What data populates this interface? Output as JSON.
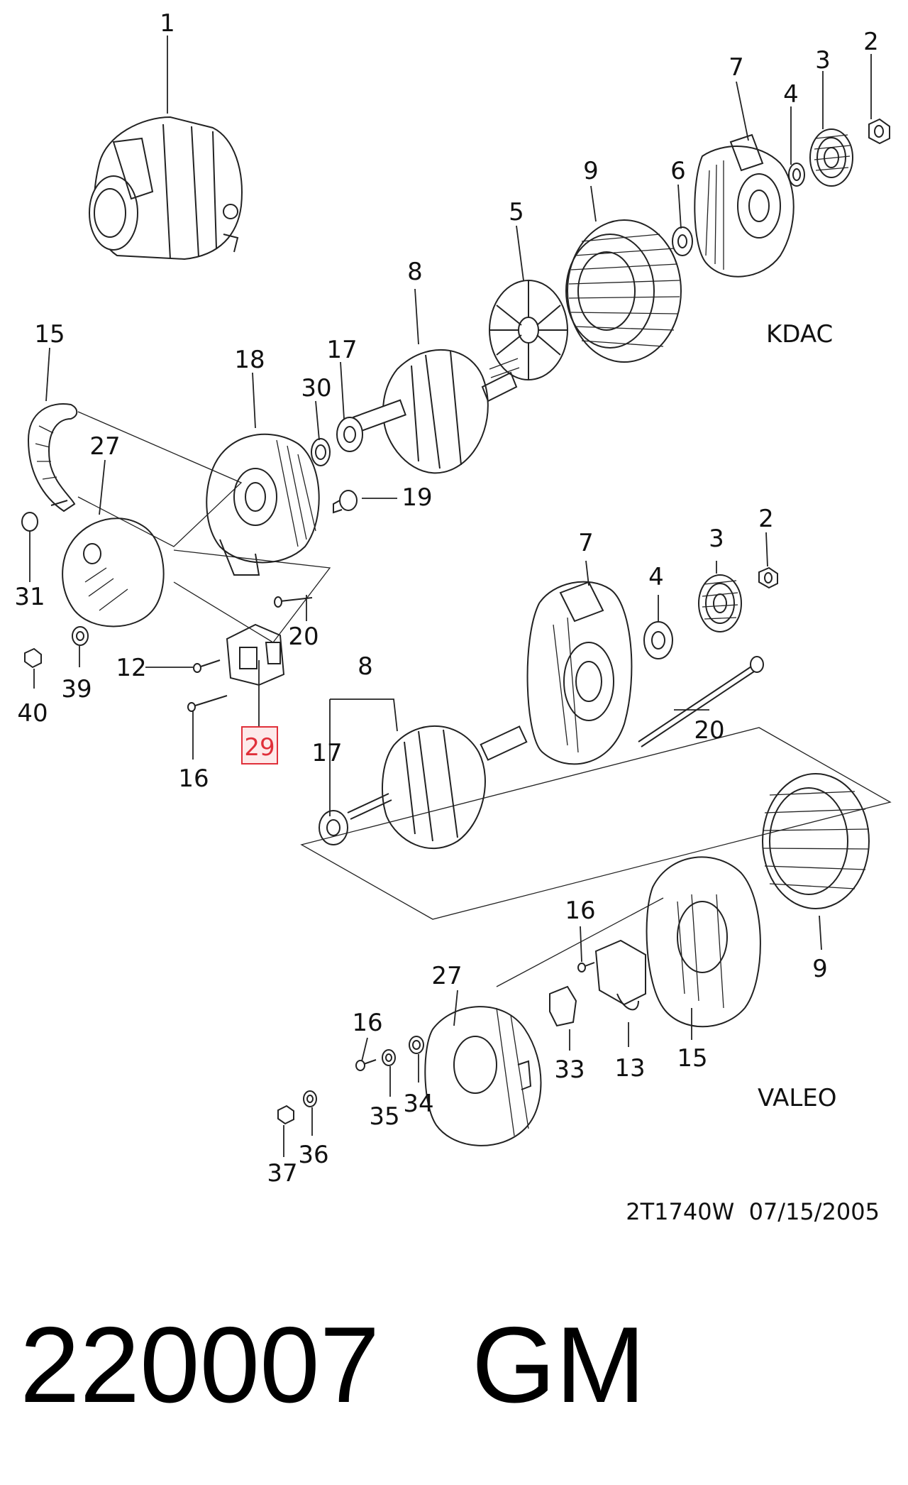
{
  "callouts": [
    {
      "id": "c1",
      "text": "1"
    },
    {
      "id": "c2a",
      "text": "2"
    },
    {
      "id": "c3a",
      "text": "3"
    },
    {
      "id": "c4a",
      "text": "4"
    },
    {
      "id": "c7a",
      "text": "7"
    },
    {
      "id": "c6",
      "text": "6"
    },
    {
      "id": "c9a",
      "text": "9"
    },
    {
      "id": "c5",
      "text": "5"
    },
    {
      "id": "c8a",
      "text": "8"
    },
    {
      "id": "c15a",
      "text": "15"
    },
    {
      "id": "c18",
      "text": "18"
    },
    {
      "id": "c17a",
      "text": "17"
    },
    {
      "id": "c30",
      "text": "30"
    },
    {
      "id": "c27a",
      "text": "27"
    },
    {
      "id": "c19",
      "text": "19"
    },
    {
      "id": "c31",
      "text": "31"
    },
    {
      "id": "c20a",
      "text": "20"
    },
    {
      "id": "c12",
      "text": "12"
    },
    {
      "id": "c39",
      "text": "39"
    },
    {
      "id": "c40",
      "text": "40"
    },
    {
      "id": "c16a",
      "text": "16"
    },
    {
      "id": "c29",
      "text": "29"
    },
    {
      "id": "c7b",
      "text": "7"
    },
    {
      "id": "c3b",
      "text": "3"
    },
    {
      "id": "c2b",
      "text": "2"
    },
    {
      "id": "c4b",
      "text": "4"
    },
    {
      "id": "c8b",
      "text": "8"
    },
    {
      "id": "c17b",
      "text": "17"
    },
    {
      "id": "c20b",
      "text": "20"
    },
    {
      "id": "c16b",
      "text": "16"
    },
    {
      "id": "c27b",
      "text": "27"
    },
    {
      "id": "c9b",
      "text": "9"
    },
    {
      "id": "c16c",
      "text": "16"
    },
    {
      "id": "c33",
      "text": "33"
    },
    {
      "id": "c13",
      "text": "13"
    },
    {
      "id": "c15b",
      "text": "15"
    },
    {
      "id": "c35",
      "text": "35"
    },
    {
      "id": "c34",
      "text": "34"
    },
    {
      "id": "c36",
      "text": "36"
    },
    {
      "id": "c37",
      "text": "37"
    }
  ],
  "brands": {
    "kdac": "KDAC",
    "valeo": "VALEO"
  },
  "doc_id": "2T1740W  07/15/2005",
  "part_number": "220007",
  "manufacturer": "GM",
  "highlight_color": "#e0303a"
}
